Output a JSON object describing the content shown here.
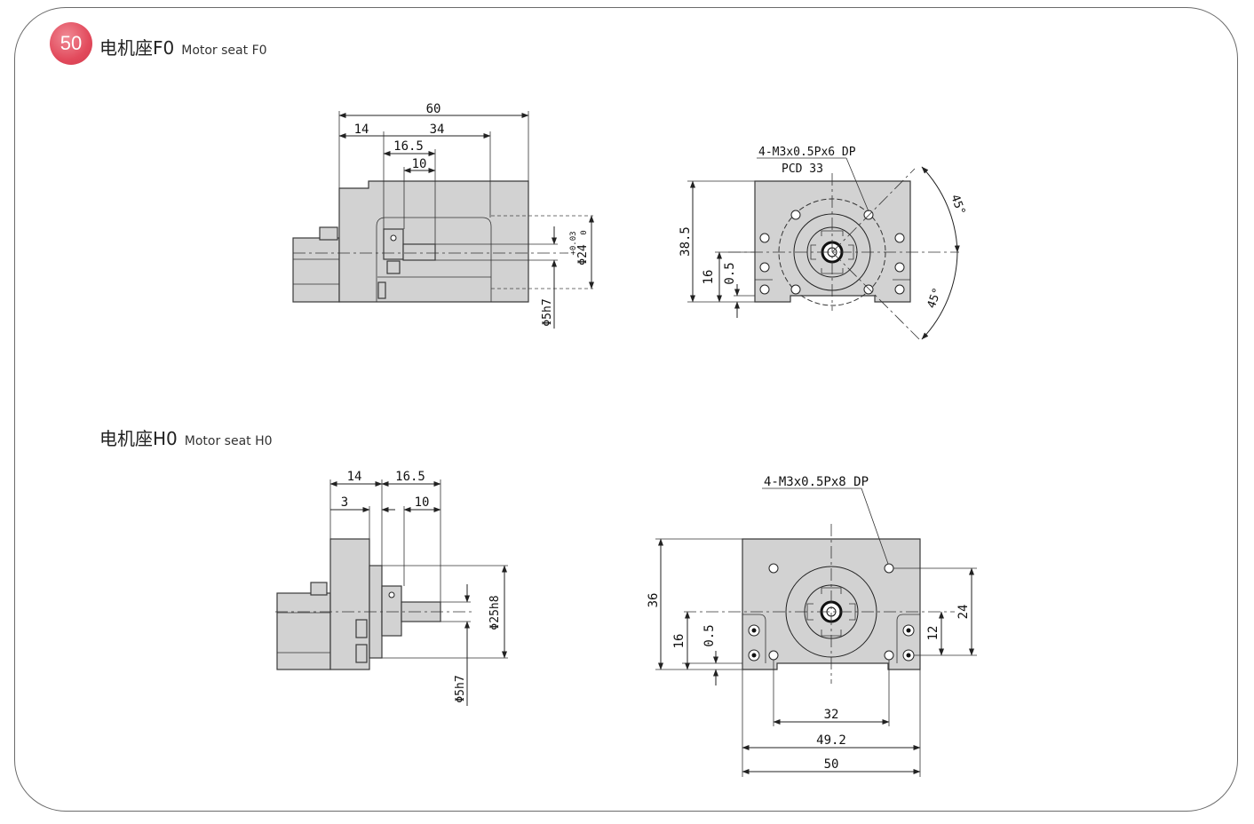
{
  "page": {
    "badge_number": "50",
    "section_f0": {
      "title_zh": "电机座F0",
      "title_en": "Motor seat F0"
    },
    "section_h0": {
      "title_zh": "电机座H0",
      "title_en": "Motor seat H0"
    }
  },
  "f0_side": {
    "dims": [
      "60",
      "14",
      "34",
      "16.5",
      "10"
    ],
    "dia_24": "Φ24",
    "tol_upper": "+0.03",
    "tol_lower": "0",
    "dia_5": "Φ5h7"
  },
  "f0_front": {
    "note1": "4-M3x0.5Px6 DP",
    "note2": "PCD 33",
    "h_38_5": "38.5",
    "h_16": "16",
    "h_0_5": "0.5",
    "angle_top": "45°",
    "angle_bottom": "45°"
  },
  "h0_side": {
    "dims": [
      "14",
      "16.5",
      "3",
      "10"
    ],
    "dia_25": "Φ25h8",
    "dia_5": "Φ5h7"
  },
  "h0_front": {
    "note": "4-M3x0.5Px8 DP",
    "h_36": "36",
    "h_16": "16",
    "h_0_5": "0.5",
    "v_24": "24",
    "v_12": "12",
    "w_32": "32",
    "w_49_2": "49.2",
    "w_50": "50"
  },
  "colors": {
    "badge": "#e24a5c",
    "body_fill": "#d2d2d2",
    "frame": "#6b6b6b"
  }
}
